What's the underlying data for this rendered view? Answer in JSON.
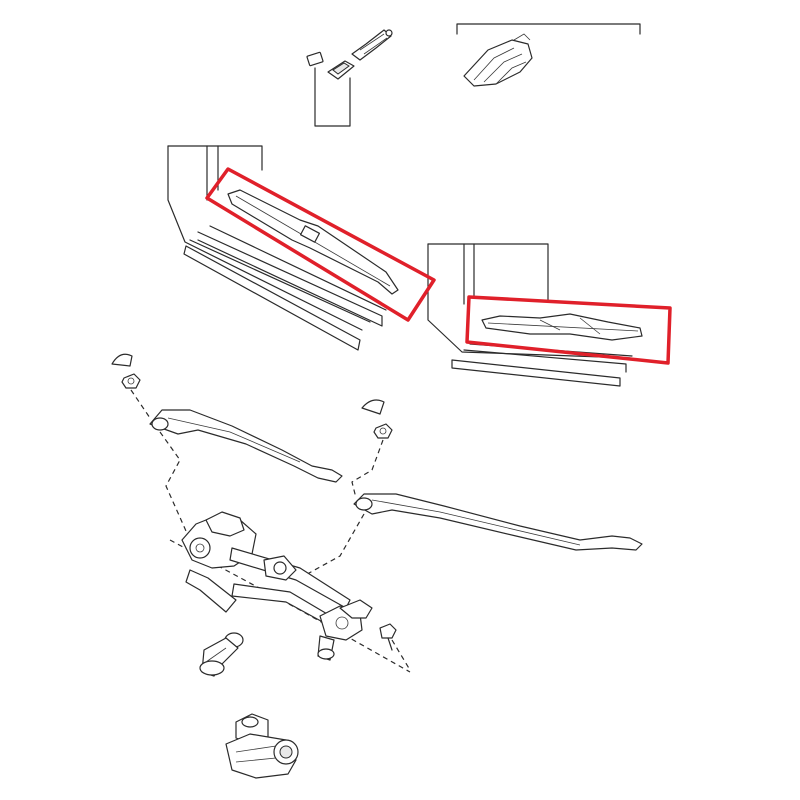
{
  "colors": {
    "highlight": "#e0202a",
    "line": "#2b2b2b",
    "background": "#ffffff"
  },
  "parts": [
    "wiper-blade-refill-insert",
    "wiper-blade-end-clip",
    "wiper-blade-cover",
    "driver-side-wiper-blade",
    "passenger-side-wiper-blade",
    "wiper-arm-cap",
    "wiper-arm-nut",
    "driver-side-wiper-arm",
    "passenger-side-wiper-arm",
    "wiper-linkage",
    "pivot-bushing",
    "mounting-bolt",
    "wiper-motor"
  ],
  "highlighted_parts": [
    "driver-side-wiper-blade",
    "passenger-side-wiper-blade"
  ]
}
